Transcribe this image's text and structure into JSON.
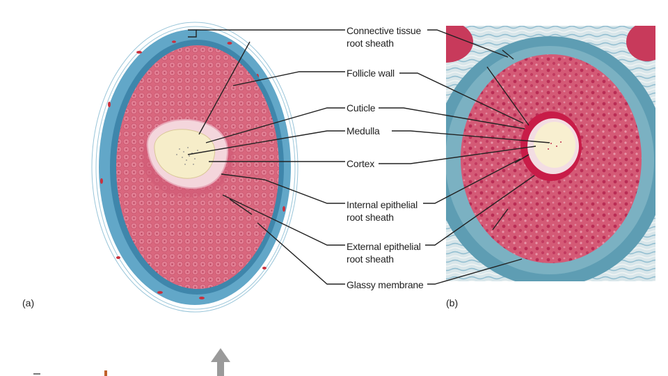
{
  "labels": {
    "connective_line1": "Connective tissue",
    "connective_line2": "root sheath",
    "follicle_wall": "Follicle wall",
    "cuticle": "Cuticle",
    "medulla": "Medulla",
    "cortex": "Cortex",
    "internal_line1": "Internal epithelial",
    "internal_line2": "root sheath",
    "external_line1": "External epithelial",
    "external_line2": "root sheath",
    "glassy": "Glassy membrane"
  },
  "panels": {
    "a": "(a)",
    "b": "(b)"
  },
  "colors": {
    "connective": "#62a7c8",
    "connective_dark": "#3b7fa3",
    "epithelium": "#d9677e",
    "cuticle": "#f3d9dd",
    "hair_core": "#f6edc9",
    "leader_line": "#222222",
    "arrow": "#9a9a9a"
  },
  "icons": {
    "up_arrow": "up-arrow-icon"
  }
}
